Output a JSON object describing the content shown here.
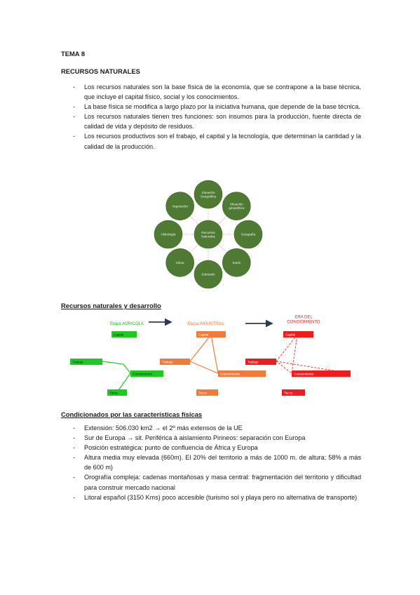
{
  "doc": {
    "title": "TEMA 8",
    "section1": {
      "heading": "RECURSOS NATURALES",
      "bullet_marker": "-",
      "bullets": [
        "Los recursos naturales son la base física de la economía, que se contrapone a la base técnica, que incluye el capital físico, social y los conocimientos.",
        "La base física se modifica a largo plazo por la iniciativa humana, que depende de la base técnica.",
        "Los recursos naturales tienen tres funciones: son insumos para la producción, fuente directa de calidad de vida y depósito de residuos.",
        "Los recursos productivos son el trabajo, el capital y la tecnología, que determinan la cantidad y la calidad de la producción."
      ]
    },
    "diagram": {
      "center": [
        "Recursos",
        "Naturales"
      ],
      "nodes": [
        [
          "Situación",
          "Geográfica"
        ],
        [
          "Situación",
          "geopolítica"
        ],
        [
          "Geografía"
        ],
        [
          "Suelo"
        ],
        [
          "Subsuelo"
        ],
        [
          "Clima"
        ],
        [
          "Hidrología"
        ],
        [
          "Vegetación"
        ]
      ],
      "circle_color": "#4f7a34"
    },
    "section2": {
      "heading": "Recursos naturales y desarrollo",
      "stages": [
        {
          "title": [
            "Etapa AGRICOLA"
          ],
          "color": "#1ec81e",
          "text_color": "#18b818",
          "capital": "Capital",
          "trabajo": "Trabajo",
          "conocimiento": "Conocimiento",
          "tierra": "Tierra"
        },
        {
          "title": [
            "Etapa INDUSTRIAL"
          ],
          "color": "#f07a3a",
          "text_color": "#f07a3a",
          "capital": "Capital",
          "trabajo": "Trabajo",
          "conocimiento": "Conocimiento",
          "tierra": "Tierra"
        },
        {
          "title": [
            "ERA DEL",
            "CONOCIMIENTO"
          ],
          "color": "#ee1c1c",
          "text_color": "#ee1c1c",
          "capital": "Capital",
          "trabajo": "Trabajo",
          "conocimiento": "Conocimiento",
          "tierra": "Tierra"
        }
      ]
    },
    "section3": {
      "heading": "Condicionados por las características físicas",
      "bullet_marker": "-",
      "bullets": [
        "Extensión: 506.030 km2 → el 2º más extensos de la UE",
        "Sur de Europa → sit. Periférica à aislamiento Pirineos: separación con Europa",
        "Posición estratégica: punto de confluencia de África y Europa",
        "Altura media muy elevada (660m). El 20% del territorio a más de 1000 m. de altura; 58% a más de 600 m)",
        "Orografía compleja: cadenas montañosas y masa central: fragmentación del territorio y dificultad para construir mercado nacional",
        "Litoral español (3150 Kms) poco accesible (turismo sol y playa pero no alternativa de transporte)"
      ]
    }
  }
}
